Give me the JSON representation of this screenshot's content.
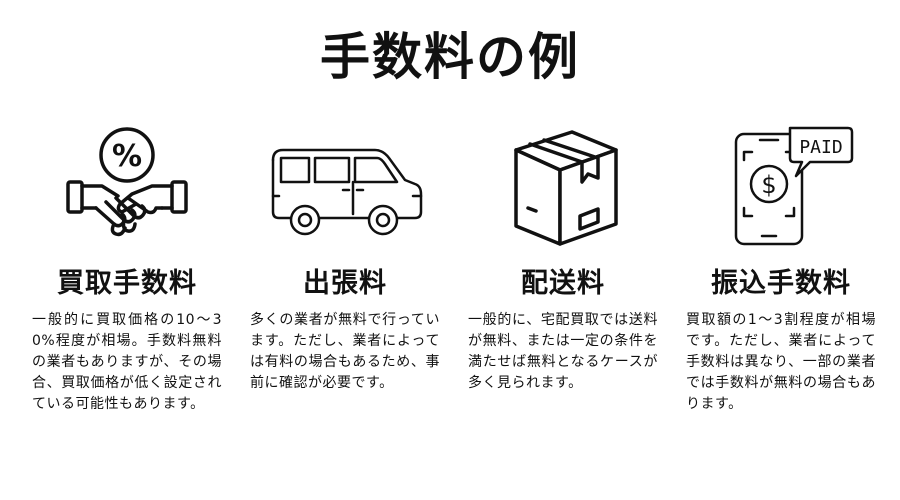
{
  "title": "手数料の例",
  "cards": [
    {
      "icon": "handshake-percent-icon",
      "title": "買取手数料",
      "text": "一般的に買取価格の10〜30%程度が相場。手数料無料の業者もありますが、その場合、買取価格が低く設定されている可能性もあります。"
    },
    {
      "icon": "van-icon",
      "title": "出張料",
      "text": "多くの業者が無料で行っています。ただし、業者によっては有料の場合もあるため、事前に確認が必要です。"
    },
    {
      "icon": "cardboard-box-icon",
      "title": "配送料",
      "text": "一般的に、宅配買取では送料が無料、または一定の条件を満たせば無料となるケースが多く見られます。"
    },
    {
      "icon": "smartphone-payment-icon",
      "title": "振込手数料",
      "text": "買取額の1〜3割程度が相場です。ただし、業者によって手数料は異なり、一部の業者では手数料が無料の場合もあります。"
    }
  ],
  "payment_badge": "PAID",
  "discount_symbol": "%",
  "currency_symbol": "$"
}
